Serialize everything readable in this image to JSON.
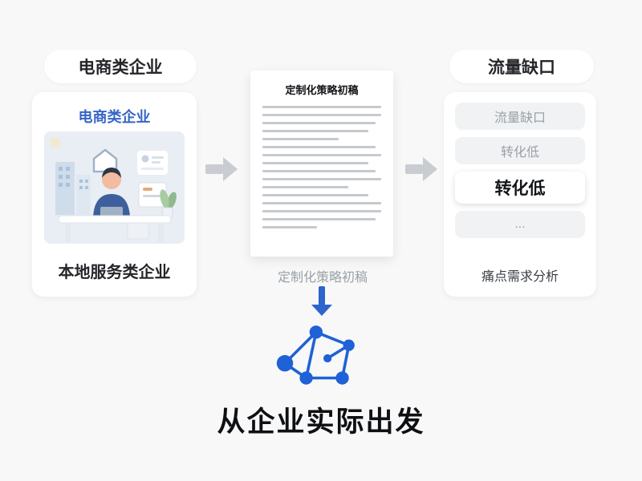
{
  "left": {
    "pill_label": "电商类企业",
    "card": {
      "title": "电商类企业",
      "caption": "本地服务类企业"
    }
  },
  "center": {
    "document": {
      "title": "定制化策略初稿"
    },
    "caption": "定制化策略初稿",
    "headline": "从企业实际出发"
  },
  "right": {
    "pill_label": "流量缺口",
    "card": {
      "items": [
        {
          "label": "流量缺口",
          "highlighted": false
        },
        {
          "label": "转化低",
          "highlighted": false
        },
        {
          "label": "转化低",
          "highlighted": true
        },
        {
          "label": "...",
          "highlighted": false
        }
      ],
      "caption": "痛点需求分析"
    }
  },
  "icons": {
    "network": "network-graph-icon",
    "flow_arrows": [
      "arrow-right-icon",
      "arrow-right-icon",
      "arrow-down-icon"
    ]
  },
  "colors": {
    "background": "#f7f8f7",
    "accent_blue": "#2e64cc",
    "title_blue": "#3566c6",
    "muted_gray": "#9aa1a8",
    "arrow_gray": "#c9ccd0",
    "text_dark": "#24262a"
  }
}
